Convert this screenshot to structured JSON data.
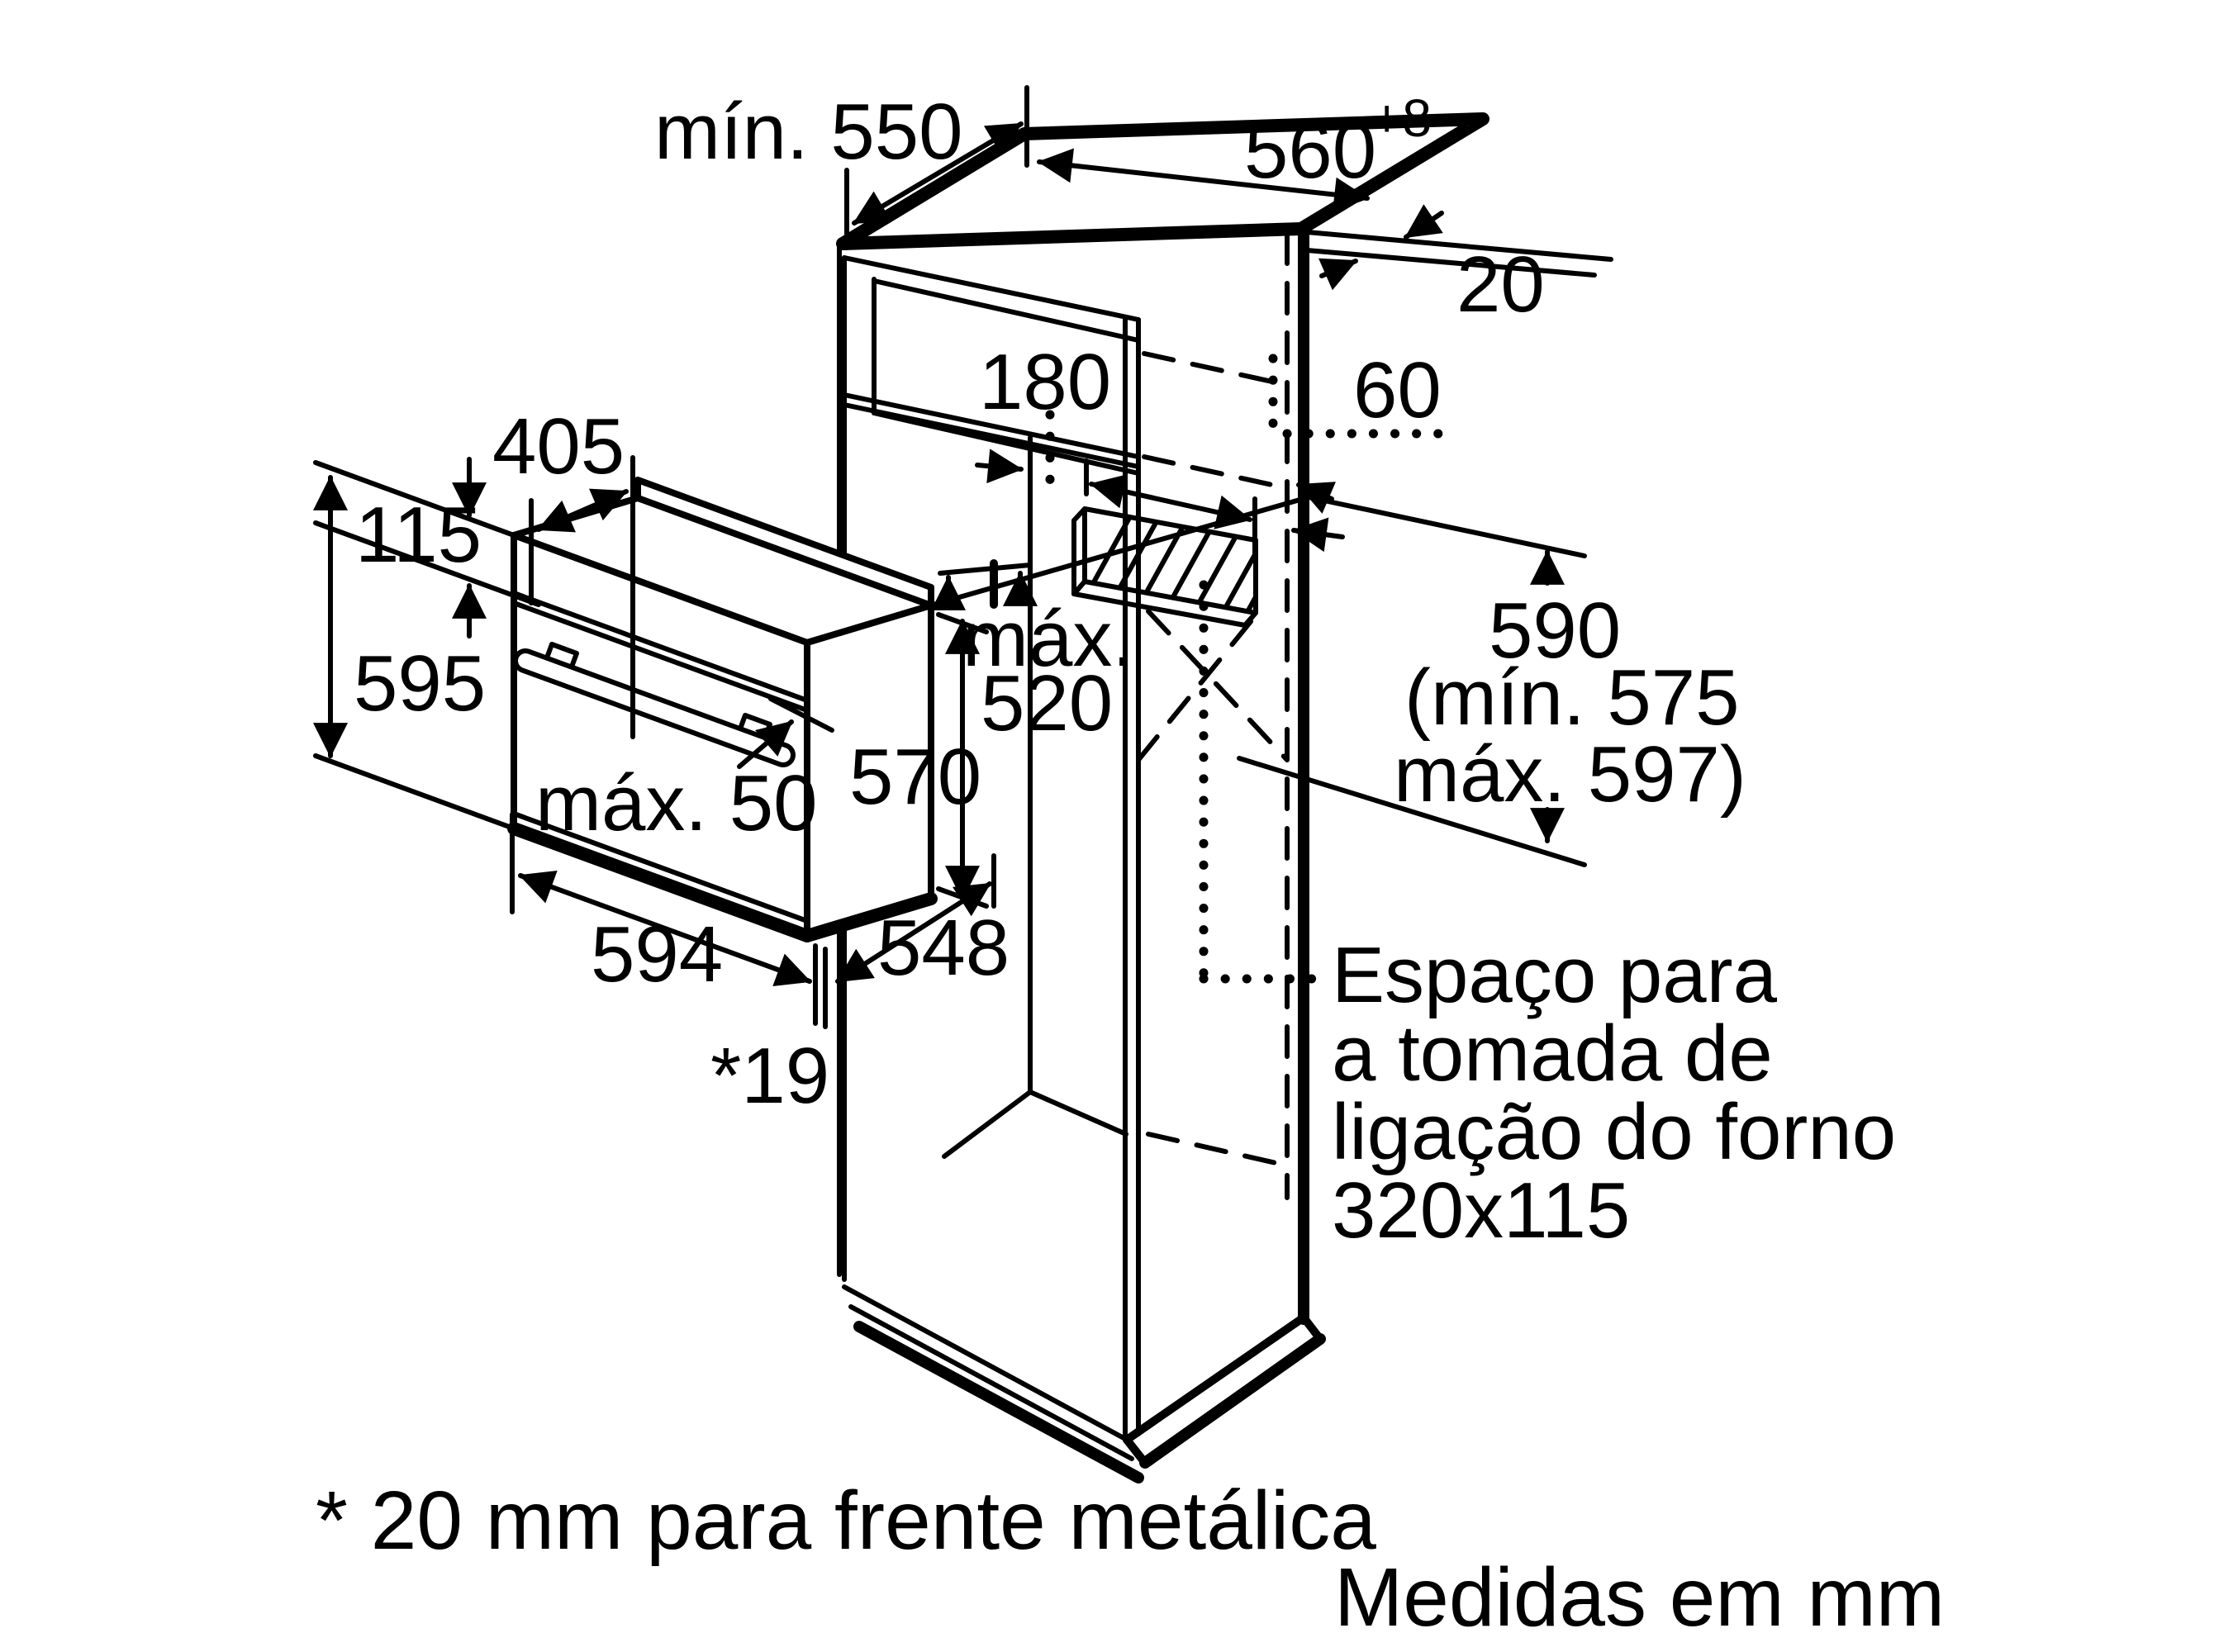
{
  "title": "Oven built-in installation drawing",
  "units_note": "Medidas em mm",
  "footnote": "* 20 mm para frente metálica",
  "dims": {
    "cabinet_top_depth": "mín. 550",
    "cabinet_top_width": "560",
    "cabinet_top_width_tolerance": "+8",
    "rear_wall_gap": "20",
    "rear_vent": "60",
    "shelf_compartment_height": "180",
    "oven_top_depth": "405",
    "control_panel_height": "115",
    "oven_height": "595",
    "door_clearance": "máx. 50",
    "oven_body_depth": "570",
    "interior_depth_line1": "máx.",
    "interior_depth_line2": "520",
    "oven_width": "594",
    "niche_inner_width": "548",
    "panel_thickness": "*19",
    "niche_height_line1": "590",
    "niche_height_line2": "(mín. 575",
    "niche_height_line3": "máx. 597)",
    "socket_line1": "Espaço para",
    "socket_line2": "a tomada de",
    "socket_line3": "ligação do forno",
    "socket_line4": "320x115"
  },
  "colors": {
    "ink": "#000000",
    "paper": "#ffffff"
  }
}
